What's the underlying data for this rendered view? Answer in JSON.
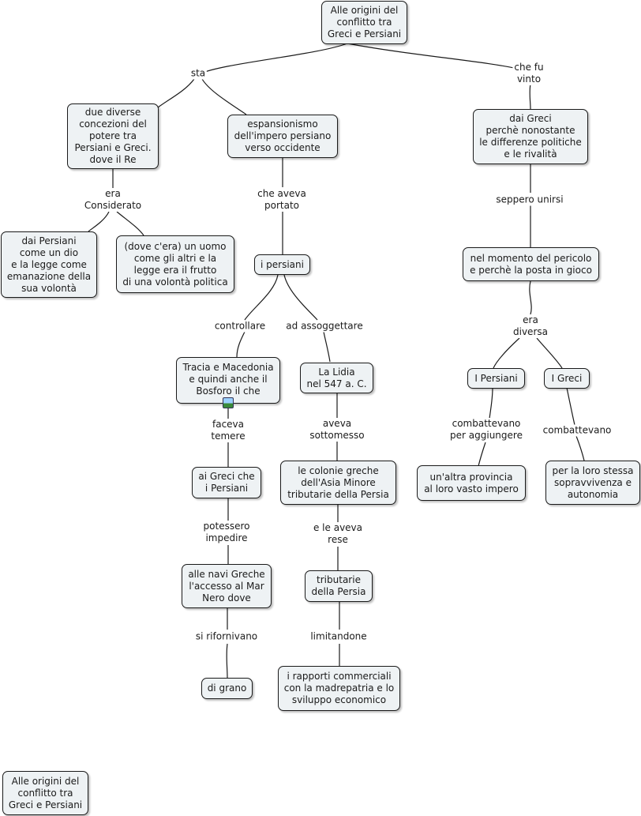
{
  "diagram": {
    "nodes": {
      "title": "Alle origini del\nconflitto tra\nGreci e Persiani",
      "due_diverse": "due diverse\nconcezioni del\npotere tra\nPersiani e Greci.\ndove il Re",
      "espansionismo": "espansionismo\ndell'impero persiano\nverso occidente",
      "dai_greci": "dai Greci\nperchè nonostante\nle differenze politiche\ne le rivalità",
      "dai_persiani": "dai Persiani\ncome un dio\ne la legge come\nemanazione della\nsua volontà",
      "dove_cera": "(dove c'era) un uomo\ncome gli altri e la\nlegge era il frutto\ndi una volontà politica",
      "i_persiani": "i persiani",
      "nel_momento": "nel momento del pericolo\ne perchè la posta in gioco",
      "tracia": "Tracia e Macedonia\ne quindi anche il\nBosforo il che",
      "la_lidia": "La Lidia\nnel 547 a. C.",
      "persiani_box": "I Persiani",
      "greci_box": "I Greci",
      "ai_greci": "ai Greci che\ni Persiani",
      "colonie": "le colonie greche\ndell'Asia Minore\ntributarie della Persia",
      "altra_provincia": "un'altra provincia\nal loro vasto impero",
      "sopravvivenza": "per la loro stessa\nsopravvivenza e\nautonomia",
      "navi": "alle navi Greche\nl'accesso al Mar\nNero dove",
      "tributarie": "tributarie\ndella Persia",
      "grano": "di grano",
      "rapporti": "i rapporti commerciali\ncon la madrepatria e lo\nsviluppo economico",
      "title_copy": "Alle origini del\nconflitto tra\nGreci e Persiani"
    },
    "labels": {
      "sta": "sta",
      "che_fu_vinto": "che fu\nvinto",
      "era_considerato": "era\nConsiderato",
      "che_aveva_portato": "che aveva\nportato",
      "seppero_unirsi": "seppero unirsi",
      "controllare": "controllare",
      "ad_assoggettare": "ad assoggettare",
      "era_diversa": "era\ndiversa",
      "faceva_temere": "faceva\ntemere",
      "aveva_sottomesso": "aveva\nsottomesso",
      "combattevano_aggiungere": "combattevano\nper aggiungere",
      "combattevano": "combattevano",
      "potessero_impedire": "potessero\nimpedire",
      "e_le_aveva_rese": "e le aveva\nrese",
      "si_rifornivano": "si rifornivano",
      "limitandone": "limitandone"
    },
    "icons": {
      "image": "image-icon"
    },
    "colors": {
      "node_fill": "#eef2f4",
      "border": "#1a1a1a",
      "line": "#1a1a1a"
    }
  }
}
